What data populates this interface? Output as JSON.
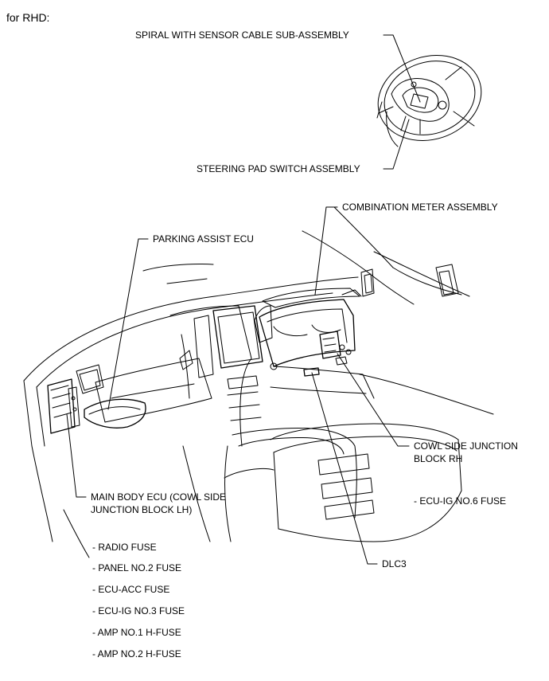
{
  "heading": "for RHD:",
  "labels": {
    "spiral": "SPIRAL WITH SENSOR CABLE SUB-ASSEMBLY",
    "steering_pad": "STEERING PAD SWITCH ASSEMBLY",
    "combination_meter": "COMBINATION METER ASSEMBLY",
    "parking_assist": "PARKING ASSIST ECU",
    "cowl_rh_line1": "COWL SIDE JUNCTION",
    "cowl_rh_line2": "BLOCK RH",
    "main_body_line1": "MAIN BODY ECU (COWL SIDE",
    "main_body_line2": "JUNCTION BLOCK LH)",
    "dlc3": "DLC3"
  },
  "rh_fuses": [
    "- ECU-IG NO.6 FUSE"
  ],
  "lh_fuses": [
    "- RADIO FUSE",
    "- PANEL NO.2 FUSE",
    "- ECU-ACC FUSE",
    "- ECU-IG NO.3 FUSE",
    "- AMP NO.1 H-FUSE",
    "- AMP NO.2 H-FUSE"
  ]
}
